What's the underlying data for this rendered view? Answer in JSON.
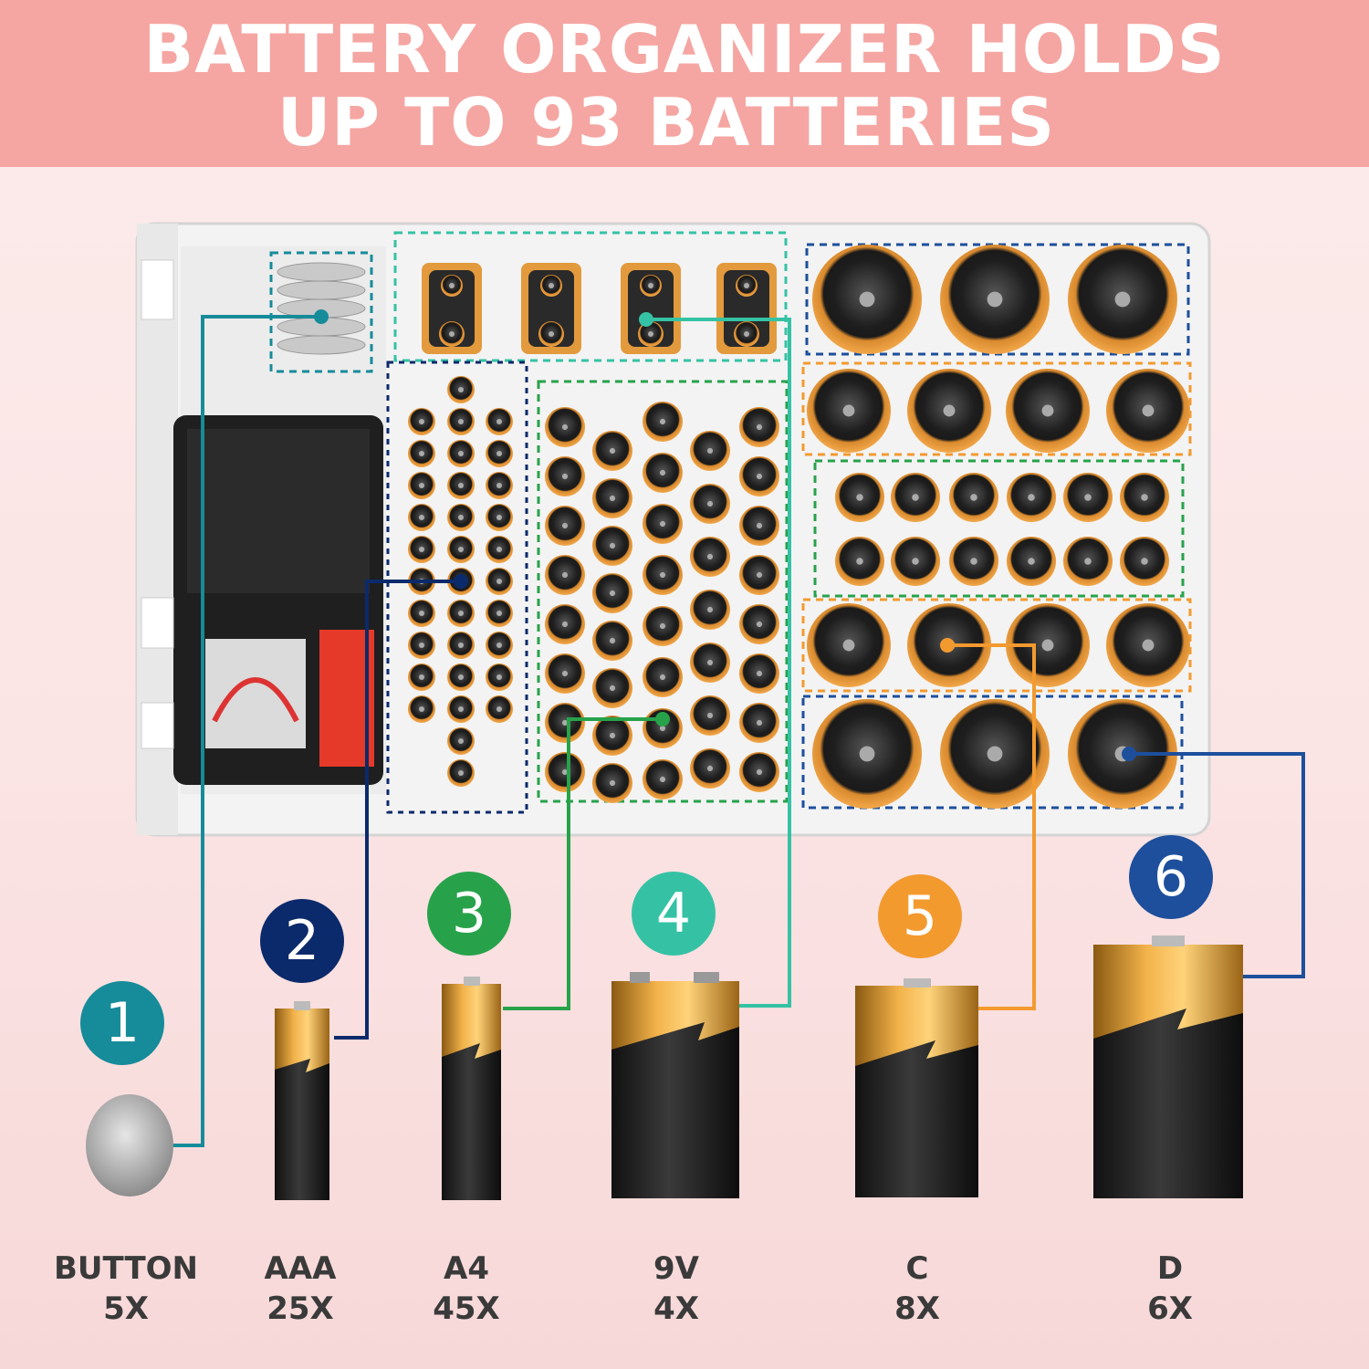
{
  "headline": {
    "line1": "BATTERY ORGANIZER HOLDS",
    "line2": "UP TO 93 BATTERIES"
  },
  "colors": {
    "banner": "#f5a6a2",
    "button": "#168b9a",
    "aaa": "#0b2a6b",
    "aa": "#27a24a",
    "nine_v": "#35c2a4",
    "c": "#f39a2f",
    "d": "#1d4f9c"
  },
  "batteries": [
    {
      "number": "1",
      "name": "BUTTON",
      "count": "5X",
      "icon": "button-cell-icon"
    },
    {
      "number": "2",
      "name": "AAA",
      "count": "25X",
      "icon": "aaa-battery-icon"
    },
    {
      "number": "3",
      "name": "A4",
      "count": "45X",
      "icon": "aa-battery-icon"
    },
    {
      "number": "4",
      "name": "9V",
      "count": "4X",
      "icon": "nine-volt-battery-icon"
    },
    {
      "number": "5",
      "name": "C",
      "count": "8X",
      "icon": "c-battery-icon"
    },
    {
      "number": "6",
      "name": "D",
      "count": "6X",
      "icon": "d-battery-icon"
    }
  ]
}
